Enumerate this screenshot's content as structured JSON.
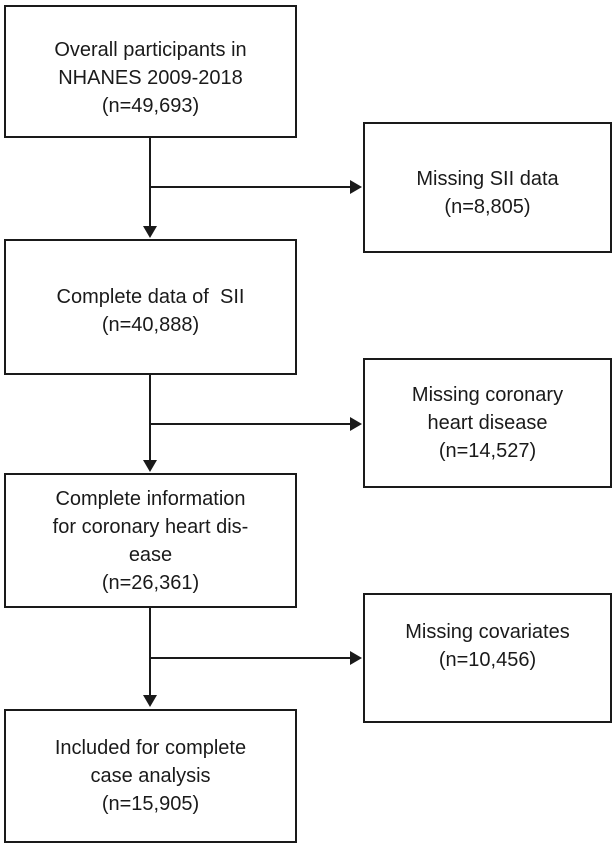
{
  "diagram": {
    "type": "flowchart",
    "colors": {
      "line": "#1a1a1a",
      "text": "#1a1a1a",
      "background": "#ffffff"
    },
    "main_boxes": [
      {
        "lines": [
          "Overall participants in",
          "NHANES 2009-2018",
          "(n=49,693)"
        ]
      },
      {
        "lines": [
          "Complete data of  SII",
          "(n=40,888)"
        ]
      },
      {
        "lines": [
          "Complete information",
          "for coronary heart dis-",
          "ease",
          "(n=26,361)"
        ]
      },
      {
        "lines": [
          "Included for complete",
          "case analysis",
          "(n=15,905)"
        ]
      }
    ],
    "exclusion_boxes": [
      {
        "lines": [
          "Missing SII data",
          "(n=8,805)"
        ]
      },
      {
        "lines": [
          "Missing coronary",
          "heart disease",
          "(n=14,527)"
        ]
      },
      {
        "lines": [
          "Missing covariates",
          "(n=10,456)"
        ]
      }
    ]
  }
}
